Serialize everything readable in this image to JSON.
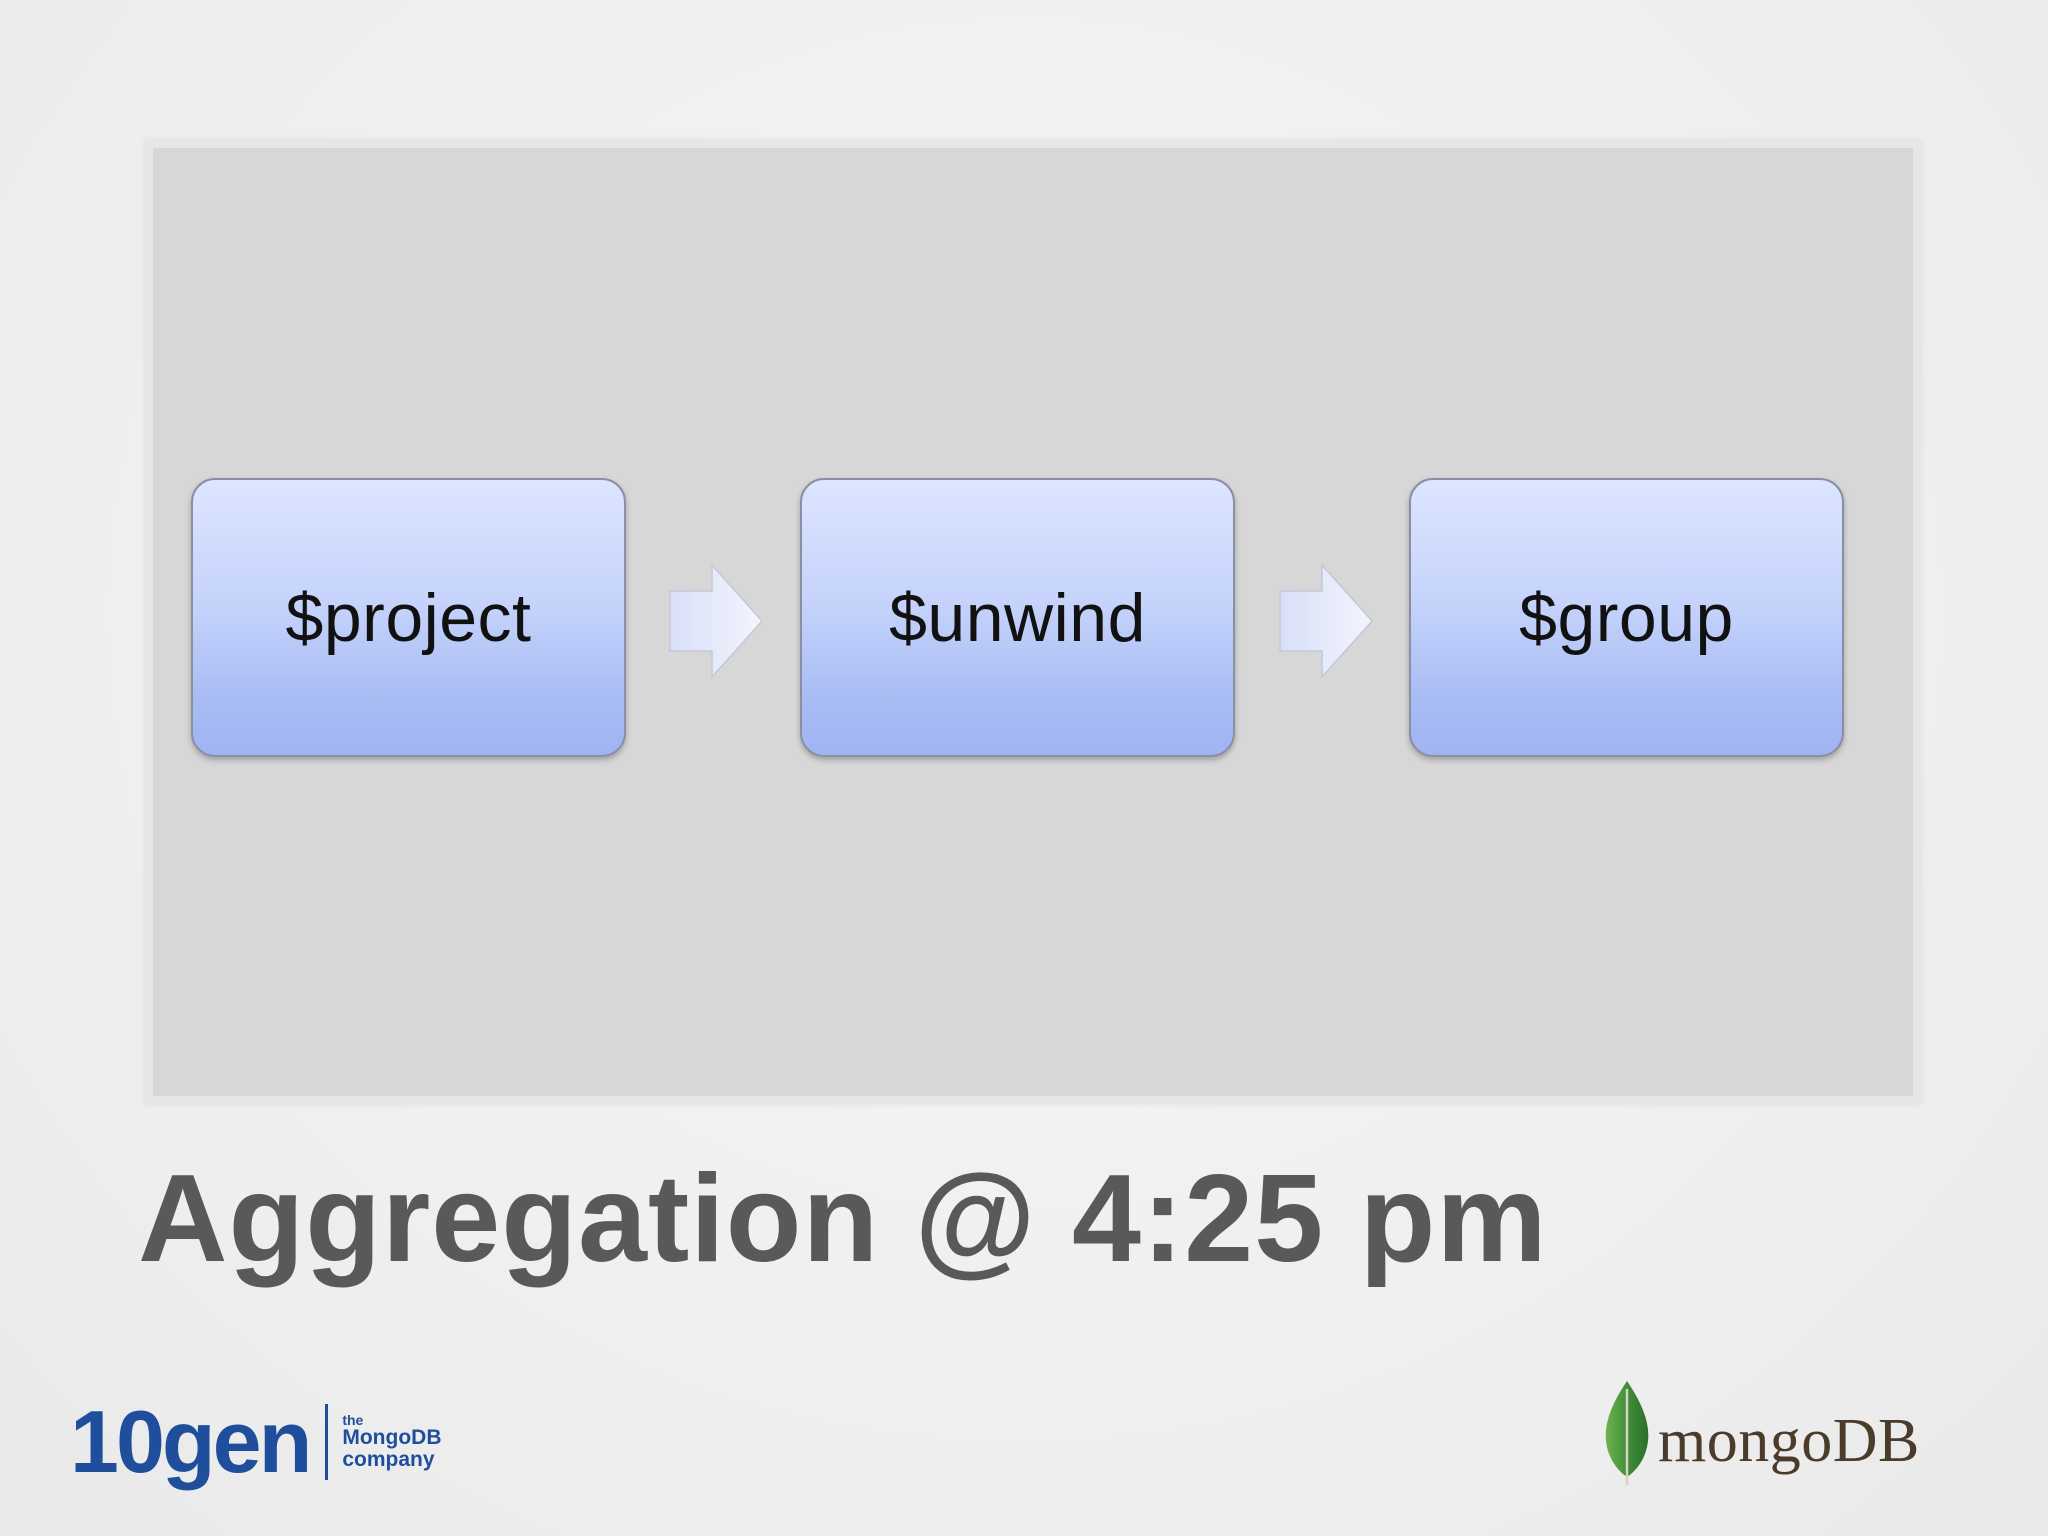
{
  "pipeline": {
    "stages": [
      {
        "label": "$project"
      },
      {
        "label": "$unwind"
      },
      {
        "label": "$group"
      }
    ]
  },
  "slide": {
    "title": "Aggregation @ 4:25 pm"
  },
  "logos": {
    "tengen": {
      "word": "10gen",
      "tagline_1": "the",
      "tagline_2": "MongoDB",
      "tagline_3": "company"
    },
    "mongodb": {
      "word": "mongoDB"
    }
  },
  "colors": {
    "background": "#f1f1f1",
    "panel": "#d7d7d7",
    "box_top": "#dde5ff",
    "box_bottom": "#9fb4f2",
    "title_text": "#595959",
    "tengen_blue": "#1f4f9c",
    "leaf_green": "#3f8f3a",
    "mongo_brown": "#4b3b2a"
  },
  "icons": {
    "arrow": "arrow-right-icon",
    "leaf": "mongodb-leaf-icon"
  }
}
